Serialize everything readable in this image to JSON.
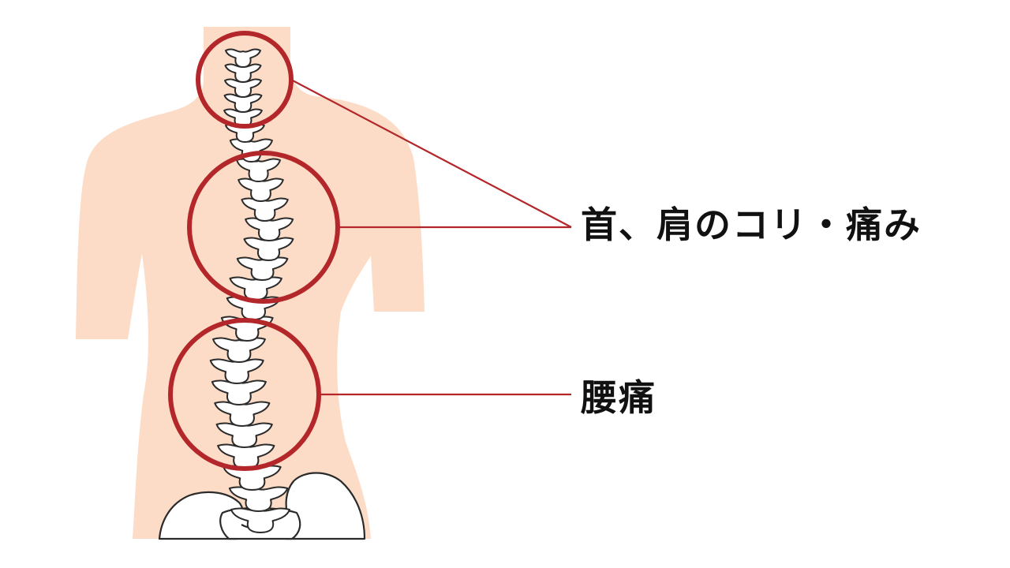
{
  "labels": {
    "neck_shoulder": "首、肩のコリ・痛み",
    "lower_back": "腰痛"
  },
  "colors": {
    "skin": "#fcdcc6",
    "bone_fill": "#ffffff",
    "bone_stroke": "#2b2b2b",
    "highlight": "#b3262a",
    "text": "#111111"
  },
  "icons": {
    "torso": "human-back-silhouette",
    "spine": "spine-vertebrae",
    "pelvis": "pelvis-bones"
  }
}
